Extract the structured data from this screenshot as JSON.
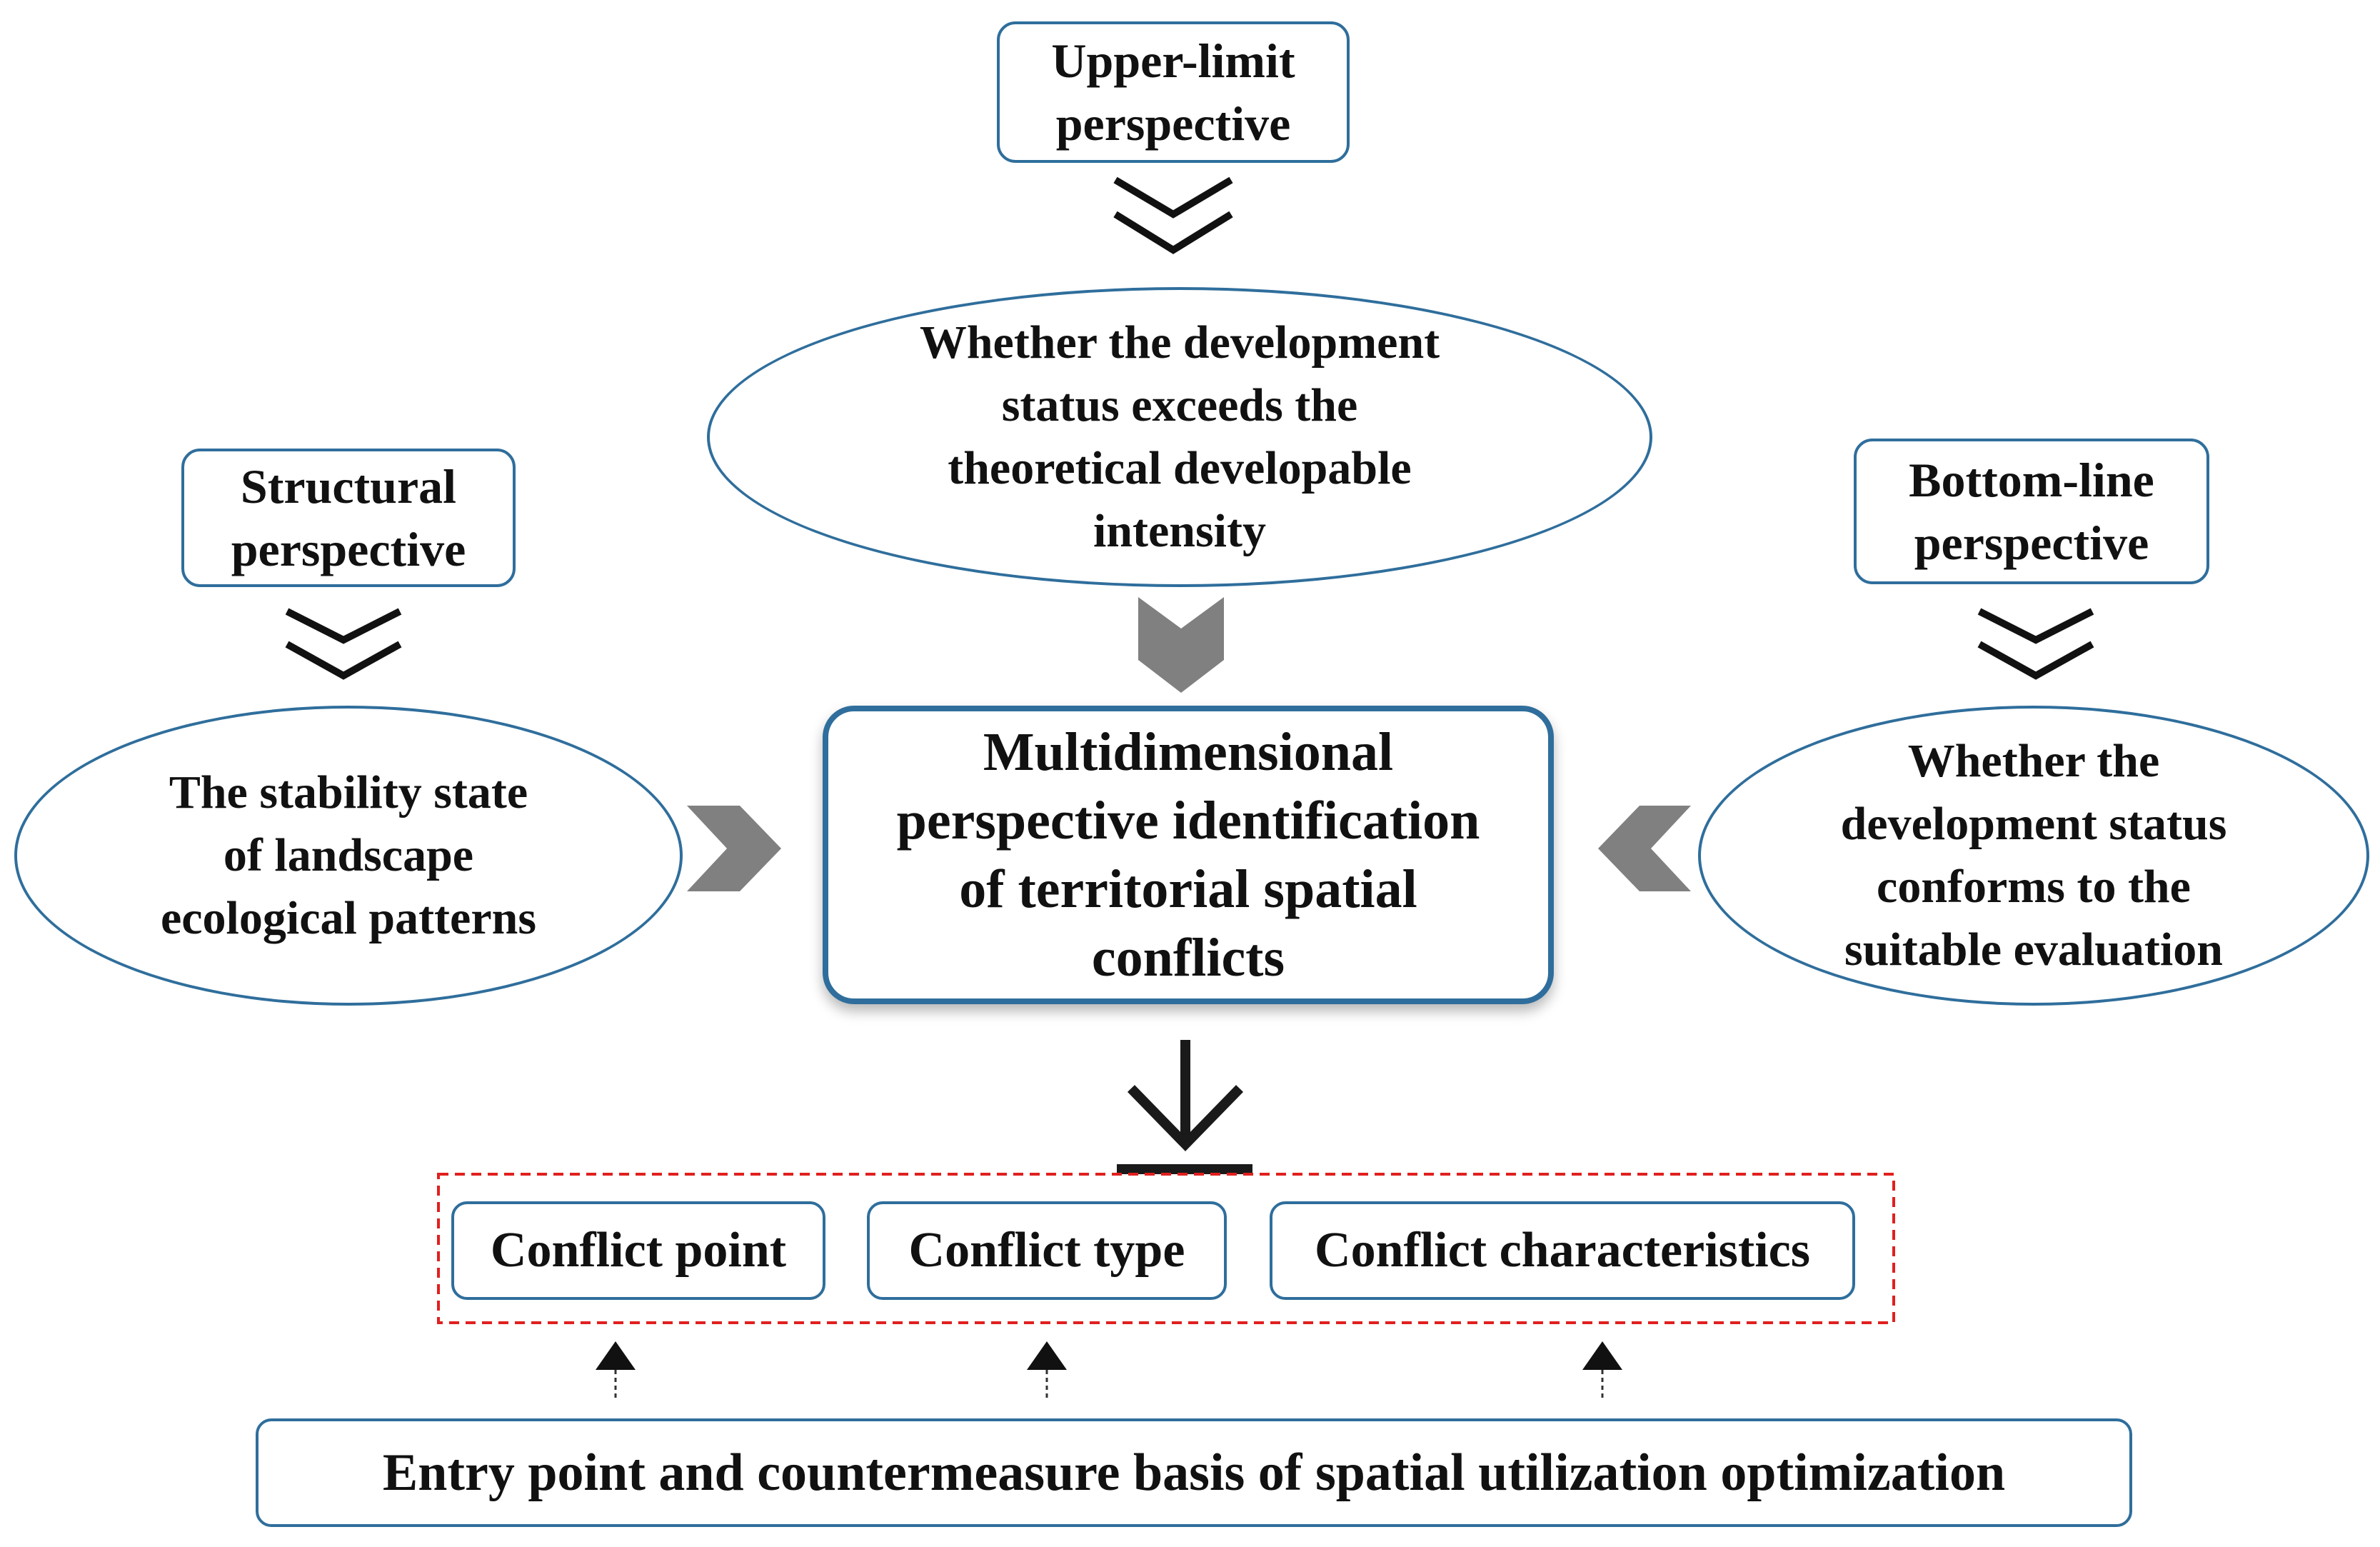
{
  "perspectives": {
    "upper_limit": "Upper-limit\nperspective",
    "structural": "Structural\nperspective",
    "bottom_line": "Bottom-line\nperspective"
  },
  "questions": {
    "top": "Whether the development\nstatus exceeds the\ntheoretical developable\nintensity",
    "left": "The stability state\nof landscape\necological patterns",
    "right": "Whether the\ndevelopment status\nconforms to the\nsuitable evaluation"
  },
  "center": "Multidimensional\nperspective identification\nof territorial spatial\nconflicts",
  "outputs": [
    "Conflict point",
    "Conflict type",
    "Conflict characteristics"
  ],
  "bottom": "Entry point and countermeasure basis of spatial utilization optimization",
  "colors": {
    "border": "#2f6e9c",
    "chevron_gray": "#808080",
    "dashed_red": "#e0201f",
    "arrow_black": "#1a1a1a"
  }
}
